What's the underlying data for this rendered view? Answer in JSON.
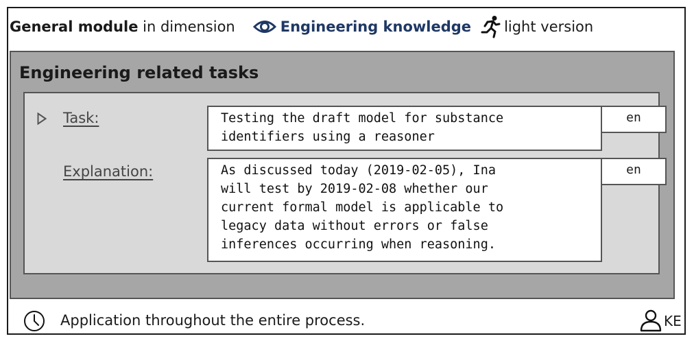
{
  "header": {
    "module_name": "General module",
    "in_dimension": "in dimension",
    "dimension": "Engineering knowledge",
    "version": "light version"
  },
  "section": {
    "title": "Engineering related tasks",
    "task_label": "Task:",
    "task_text": "Testing the draft model for substance\nidentifiers using a reasoner",
    "task_lang": "en",
    "explanation_label": "Explanation:",
    "explanation_text": "As discussed today (2019-02-05), Ina\nwill test by 2019-02-08 whether our\ncurrent formal model is applicable to\nlegacy data without errors or false\ninferences occurring when reasoning.",
    "explanation_lang": "en"
  },
  "footer": {
    "application": "Application throughout the entire process.",
    "user": "KE"
  },
  "colors": {
    "dimension": "#1f3864",
    "outer_panel": "#a6a6a6",
    "inner_panel": "#d9d9d9"
  },
  "icons": [
    "eye-icon",
    "runner-icon",
    "play-triangle-icon",
    "clock-icon",
    "user-icon"
  ]
}
